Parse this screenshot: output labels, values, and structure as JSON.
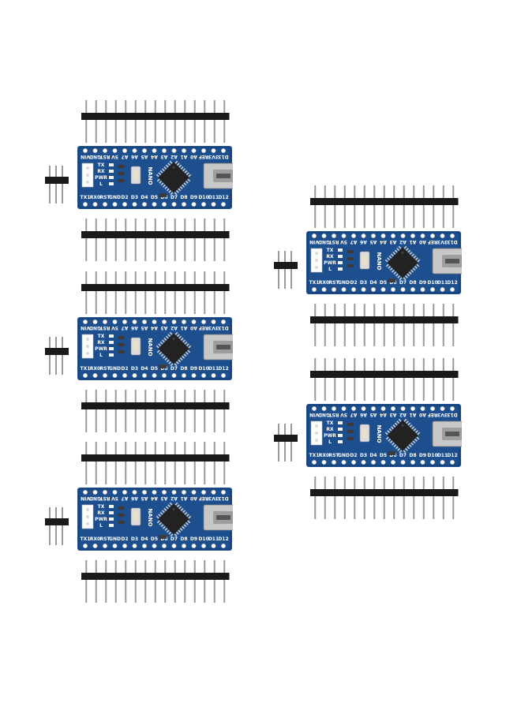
{
  "boards": [
    {
      "top_labels": [
        "VIN",
        "GND",
        "RST",
        "5V",
        "A7",
        "A6",
        "A5",
        "A4",
        "A3",
        "A2",
        "A1",
        "A0",
        "REF",
        "3V3",
        "D13"
      ],
      "bottom_labels": [
        "TX1",
        "RX0",
        "RST",
        "GND",
        "D2",
        "D3",
        "D4",
        "D5",
        "D6",
        "D7",
        "D8",
        "D9",
        "D10",
        "D11",
        "D12"
      ],
      "chip_label": "NANO",
      "side_labels": [
        "TX",
        "RX",
        "PWR",
        "L"
      ]
    },
    {
      "top_labels": [
        "VIN",
        "GND",
        "RST",
        "5V",
        "A7",
        "A6",
        "A5",
        "A4",
        "A3",
        "A2",
        "A1",
        "A0",
        "REF",
        "3V3",
        "D13"
      ],
      "bottom_labels": [
        "TX1",
        "RX0",
        "RST",
        "GND",
        "D2",
        "D3",
        "D4",
        "D5",
        "D6",
        "D7",
        "D8",
        "D9",
        "D10",
        "D11",
        "D12"
      ],
      "chip_label": "NANO",
      "side_labels": [
        "TX",
        "RX",
        "PWR",
        "L"
      ]
    },
    {
      "top_labels": [
        "VIN",
        "GND",
        "RST",
        "5V",
        "A7",
        "A6",
        "A5",
        "A4",
        "A3",
        "A2",
        "A1",
        "A0",
        "REF",
        "3V3",
        "D13"
      ],
      "bottom_labels": [
        "TX1",
        "RX0",
        "RST",
        "GND",
        "D2",
        "D3",
        "D4",
        "D5",
        "D6",
        "D7",
        "D8",
        "D9",
        "D10",
        "D11",
        "D12"
      ],
      "chip_label": "NANO",
      "side_labels": [
        "TX",
        "RX",
        "PWR",
        "L"
      ]
    },
    {
      "top_labels": [
        "VIN",
        "GND",
        "RST",
        "5V",
        "A7",
        "A6",
        "A5",
        "A4",
        "A3",
        "A2",
        "A1",
        "A0",
        "REF",
        "3V3",
        "D13"
      ],
      "bottom_labels": [
        "TX1",
        "RX0",
        "RST",
        "GND",
        "D2",
        "D3",
        "D4",
        "D5",
        "D6",
        "D7",
        "D8",
        "D9",
        "D10",
        "D11",
        "D12"
      ],
      "chip_label": "NANO",
      "side_labels": [
        "TX",
        "RX",
        "PWR",
        "L"
      ]
    },
    {
      "top_labels": [
        "VIN",
        "GND",
        "RST",
        "5V",
        "A7",
        "A6",
        "A5",
        "A4",
        "A3",
        "A2",
        "A1",
        "A0",
        "REF",
        "3V3",
        "D13"
      ],
      "bottom_labels": [
        "TX1",
        "RX0",
        "RST",
        "GND",
        "D2",
        "D3",
        "D4",
        "D5",
        "D6",
        "D7",
        "D8",
        "D9",
        "D10",
        "D11",
        "D12"
      ],
      "chip_label": "NANO",
      "side_labels": [
        "TX",
        "RX",
        "PWR",
        "L"
      ]
    }
  ],
  "colors": {
    "pcb": "#1d4f8f",
    "pcb_dark": "#123a6e",
    "pin_metal": "#9a9a9a",
    "header_plastic": "#1a1a1a",
    "chip": "#222222",
    "usb": "#c8c8c8",
    "button": "#e8e0c8"
  }
}
